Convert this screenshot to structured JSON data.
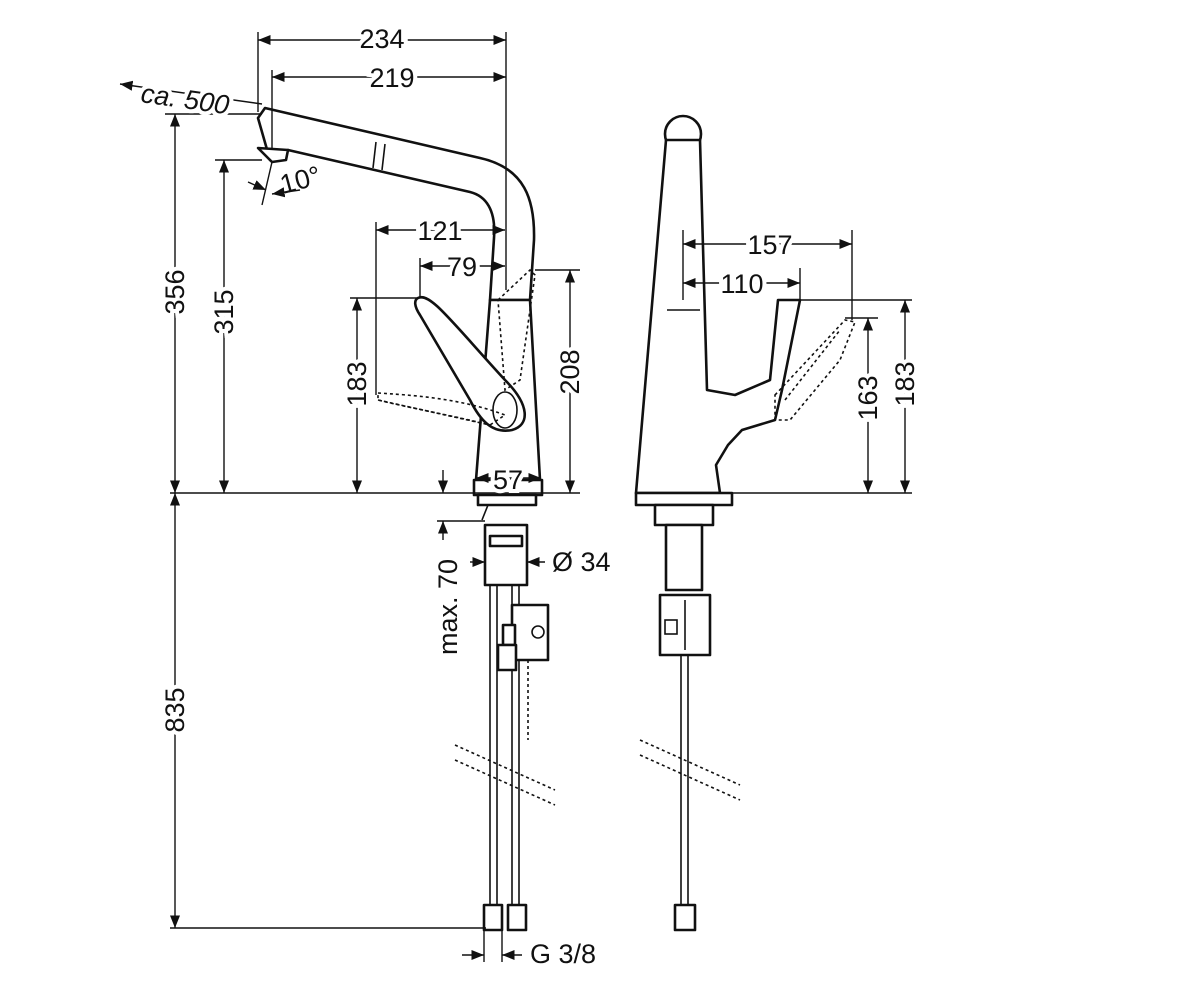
{
  "drawing": {
    "colors": {
      "line": "#111111",
      "background": "#ffffff"
    },
    "dimensions": {
      "width_total": "234",
      "width_spout": "219",
      "pullout": "ca. 500",
      "height_total": "356",
      "height_outlet": "315",
      "angle": "10°",
      "handle_reach": "121",
      "handle_axis": "79",
      "handle_height": "183",
      "body_height": "208",
      "base_width": "57",
      "max_thickness": "max. 70",
      "hole_diameter": "Ø 34",
      "hose_length": "835",
      "connection": "G 3/8",
      "side_reach_open": "157",
      "side_reach_closed": "110",
      "side_lever_open": "163",
      "side_lever_closed": "183"
    }
  }
}
